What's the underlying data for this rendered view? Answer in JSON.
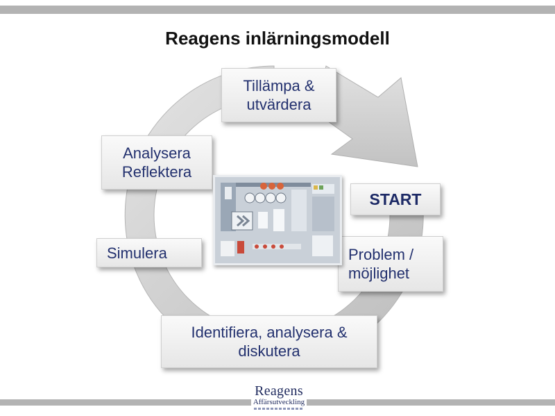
{
  "title": "Reagens inlärningsmodell",
  "steps": {
    "apply": "Tillämpa &\nutvärdera",
    "analyze": "Analysera\nReflektera",
    "start": "START",
    "problem": "Problem /\nmöjlighet",
    "simulate": "Simulera",
    "identify": "Identifiera, analysera &\ndiskutera"
  },
  "logo": {
    "name": "Reagens",
    "subtitle": "Affärsutveckling"
  },
  "colors": {
    "text": "#22306e",
    "arrow": "#c8c8c8",
    "bars": "#b3b3b3"
  }
}
